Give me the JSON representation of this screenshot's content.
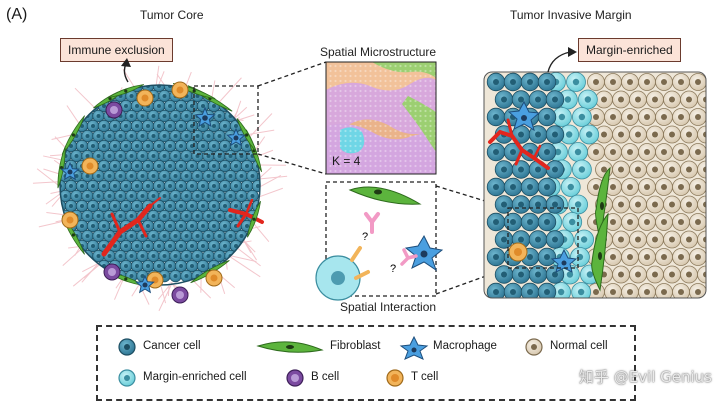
{
  "panel_label": "(A)",
  "tumor_core": {
    "title": "Tumor Core",
    "callout": "Immune exclusion"
  },
  "invasive_margin": {
    "title": "Tumor Invasive Margin",
    "callout": "Margin-enriched"
  },
  "middle": {
    "microstructure_title": "Spatial Microstructure",
    "k_label": "K = 4",
    "interaction_title": "Spatial Interaction",
    "question_mark": "?"
  },
  "legend": {
    "items": [
      {
        "label": "Cancer cell",
        "icon": "cancer-cell-icon"
      },
      {
        "label": "Fibroblast",
        "icon": "fibroblast-icon"
      },
      {
        "label": "Macrophage",
        "icon": "macrophage-icon"
      },
      {
        "label": "Normal cell",
        "icon": "normal-cell-icon"
      },
      {
        "label": "Margin-enriched cell",
        "icon": "margin-enriched-cell-icon"
      },
      {
        "label": "B cell",
        "icon": "b-cell-icon"
      },
      {
        "label": "T cell",
        "icon": "t-cell-icon"
      }
    ]
  },
  "watermark": "知乎 @Evil Genius",
  "colors": {
    "cancer": "#3d8aa6",
    "cancer_edge": "#1d4e62",
    "margin": "#8fdde6",
    "normal": "#e7dccb",
    "fibroblast": "#5cb43d",
    "macrophage": "#4a9fe0",
    "bcell": "#7b4aa0",
    "tcell": "#f2b45a",
    "vessel": "#e2261d",
    "callout_bg": "#fbe3d8"
  }
}
